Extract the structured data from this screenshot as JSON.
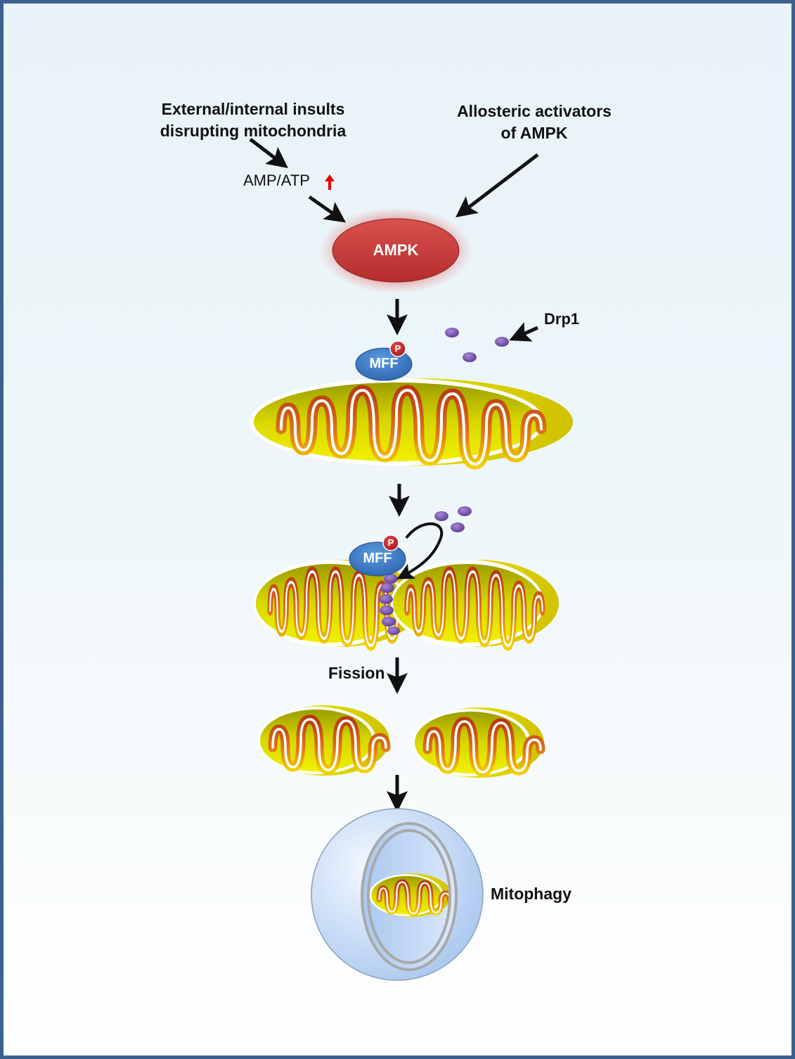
{
  "diagram": {
    "title": "AMPK-mediated mitochondrial fission and mitophagy pathway",
    "labels": {
      "insults_line1": "External/internal insults",
      "insults_line2": "disrupting mitochondria",
      "activators_line1": "Allosteric activators",
      "activators_line2": "of AMPK",
      "amp_atp": "AMP/ATP",
      "ampk": "AMPK",
      "drp1": "Drp1",
      "mff_top": "MFF",
      "mff_bottom": "MFF",
      "phospho_top": "P",
      "phospho_bottom": "P",
      "fission": "Fission",
      "mitophagy": "Mitophagy"
    },
    "indicators": {
      "amp_atp_change": "increase",
      "amp_atp_arrow_color": "#e60000"
    },
    "colors": {
      "ampk": "#c8383a",
      "mff": "#3b78c4",
      "phospho": "#c42a2a",
      "drp1": "#7a55b0",
      "mito_outer": "#e8e800",
      "mito_cristae": "#c8501a",
      "frame": "#3a6190"
    },
    "steps": [
      "AMP/ATP increase and allosteric activators activate AMPK",
      "AMPK phosphorylates MFF on mitochondrion",
      "Phospho-MFF recruits Drp1 to constriction site",
      "Fission",
      "Mitophagy"
    ]
  }
}
